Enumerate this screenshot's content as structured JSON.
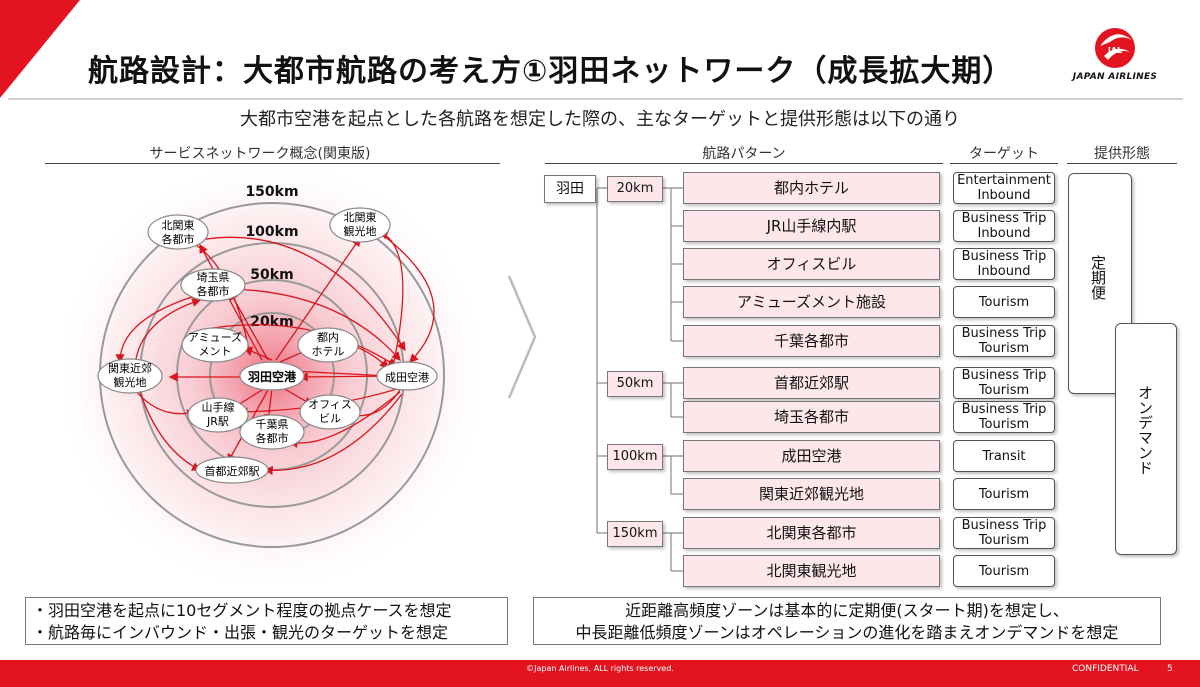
{
  "header": {
    "title": "航路設計：大都市航路の考え方①羽田ネットワーク（成長拡大期）",
    "logo_mark": "JAL",
    "logo_text": "JAPAN AIRLINES",
    "subtitle": "大都市空港を起点とした各航路を想定した際の、主なターゲットと提供形態は以下の通り"
  },
  "left_section": {
    "heading": "サービスネットワーク概念(関東版)",
    "rings": [
      "150km",
      "100km",
      "50km",
      "20km"
    ],
    "nodes": {
      "haneda": "羽田空港",
      "narita": "成田空港",
      "kitakanto_cities": [
        "北関東",
        "各都市"
      ],
      "kitakanto_sightseeing": [
        "北関東",
        "観光地"
      ],
      "saitama": [
        "埼玉県",
        "各都市"
      ],
      "amusement": [
        "アミューズ",
        "メント"
      ],
      "hotel": [
        "都内",
        "ホテル"
      ],
      "kanto_sightseeing": [
        "関東近郊",
        "観光地"
      ],
      "jr": [
        "山手線",
        "JR駅"
      ],
      "office": [
        "オフィス",
        "ビル"
      ],
      "chiba": [
        "千葉県",
        "各都市"
      ],
      "shuto": "首都近郊駅"
    }
  },
  "right_section": {
    "route_heading": "航路パターン",
    "target_heading": "ターゲット",
    "service_heading": "提供形態",
    "origin": "羽田",
    "groups": [
      {
        "distance": "20km",
        "routes": [
          {
            "name": "都内ホテル",
            "target": [
              "Entertainment",
              "Inbound"
            ]
          },
          {
            "name": "JR山手線内駅",
            "target": [
              "Business Trip",
              "Inbound"
            ]
          },
          {
            "name": "オフィスビル",
            "target": [
              "Business Trip",
              "Inbound"
            ]
          },
          {
            "name": "アミューズメント施設",
            "target": [
              "Tourism"
            ]
          },
          {
            "name": "千葉各都市",
            "target": [
              "Business Trip",
              "Tourism"
            ]
          }
        ]
      },
      {
        "distance": "50km",
        "routes": [
          {
            "name": "首都近郊駅",
            "target": [
              "Business Trip",
              "Tourism"
            ]
          },
          {
            "name": "埼玉各都市",
            "target": [
              "Business Trip",
              "Tourism"
            ]
          }
        ]
      },
      {
        "distance": "100km",
        "routes": [
          {
            "name": "成田空港",
            "target": [
              "Transit"
            ]
          },
          {
            "name": "関東近郊観光地",
            "target": [
              "Tourism"
            ]
          }
        ]
      },
      {
        "distance": "150km",
        "routes": [
          {
            "name": "北関東各都市",
            "target": [
              "Business Trip",
              "Tourism"
            ]
          },
          {
            "name": "北関東観光地",
            "target": [
              "Tourism"
            ]
          }
        ]
      }
    ],
    "service_types": [
      "定期便",
      "オンデマンド"
    ]
  },
  "bottom": {
    "left_lines": [
      "・羽田空港を起点に10セグメント程度の拠点ケースを想定",
      "・航路毎にインバウンド・出張・観光のターゲットを想定"
    ],
    "right_lines": [
      "近距離高頻度ゾーンは基本的に定期便(スタート期)を想定し、",
      "中長距離低頻度ゾーンはオペレーションの進化を踏まえオンデマンドを想定"
    ]
  },
  "footer": {
    "copyright": "©Japan Airlines, ALL rights reserved.",
    "confidential": "CONFIDENTIAL",
    "page": "5"
  },
  "colors": {
    "accent": "#e3141f",
    "route_fill": "#fde7ea",
    "arrow": "#d9141c"
  }
}
